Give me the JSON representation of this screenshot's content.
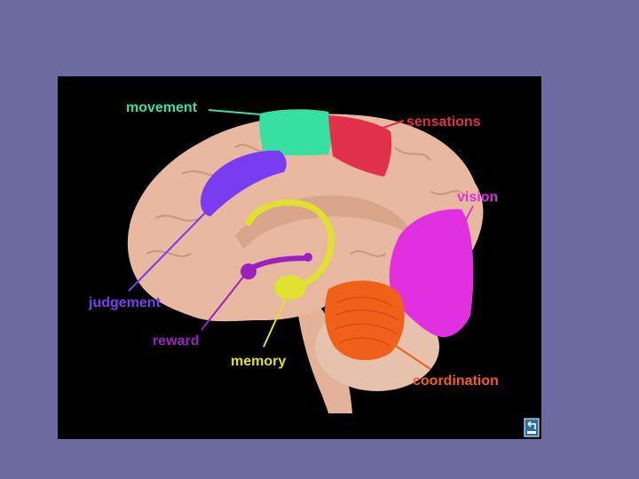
{
  "colors": {
    "background": "#6b6b9f",
    "panel": "#000000",
    "brain": "#e8b9a0",
    "movement": "#37e0a0",
    "sensations": "#e0304a",
    "vision": "#e030e0",
    "judgement": "#7a3cf0",
    "reward": "#9a20c0",
    "memory": "#e0e030",
    "coordination": "#f06018"
  },
  "labels": {
    "movement": "movement",
    "sensations": "sensations",
    "vision": "vision",
    "judgement": "judgement",
    "reward": "reward",
    "memory": "memory",
    "coordination": "coordination"
  },
  "icon": "return-arrow-icon"
}
